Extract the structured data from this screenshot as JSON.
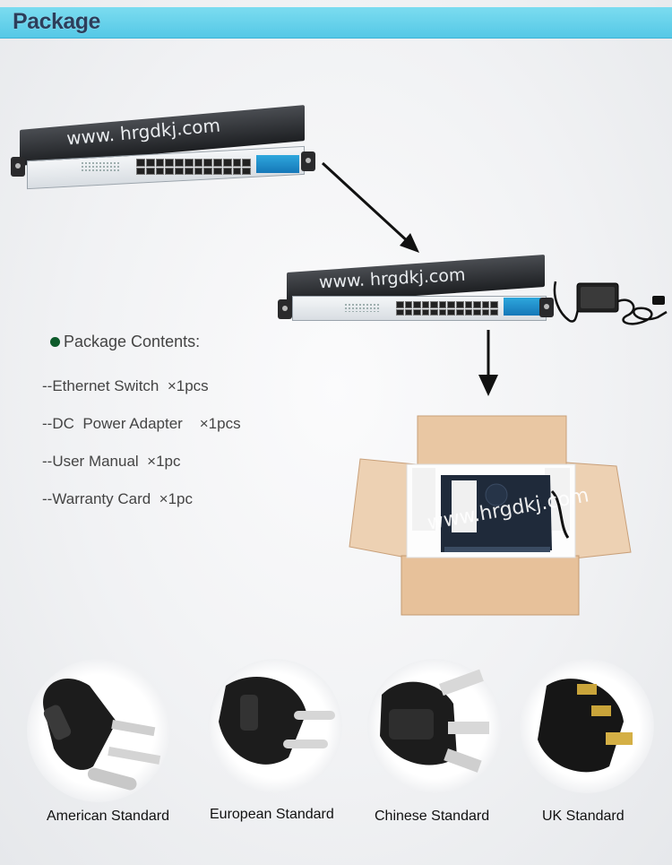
{
  "header": {
    "title": "Package"
  },
  "watermark": {
    "text": "www. hrgdkj.com",
    "box_text": "www.hrgdkj.com"
  },
  "contents": {
    "title": "Package Contents:",
    "items": [
      "--Ethernet Switch  ×1pcs",
      "--DC  Power Adapter    ×1pcs",
      "--User Manual  ×1pc",
      "--Warranty Card  ×1pc"
    ]
  },
  "plugs": [
    {
      "label": "American Standard",
      "icon": "us-plug-icon"
    },
    {
      "label": "European Standard",
      "icon": "eu-plug-icon"
    },
    {
      "label": "Chinese Standard",
      "icon": "cn-plug-icon"
    },
    {
      "label": "UK Standard",
      "icon": "uk-plug-icon"
    }
  ],
  "colors": {
    "header": "#55c8e6",
    "header_text": "#2c3e5b",
    "bullet": "#0d5a2a"
  }
}
